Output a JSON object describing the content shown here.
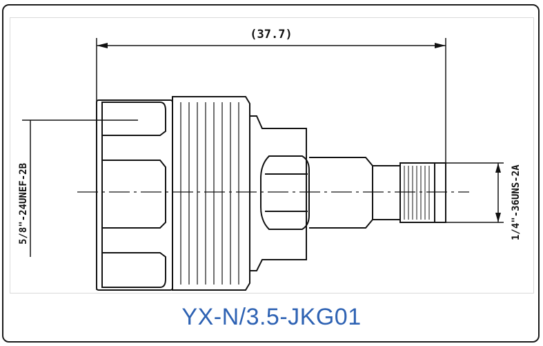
{
  "drawing": {
    "overall_length_label": "(37.7)",
    "left_thread_label": "5/8\"-24UNEF-2B",
    "right_thread_label": "1/4\"-36UNS-2A"
  },
  "part_number": "YX-N/3.5-JKG01",
  "colors": {
    "caption": "#2e62b3",
    "line": "#111111",
    "frame": "#1a1a1a"
  }
}
